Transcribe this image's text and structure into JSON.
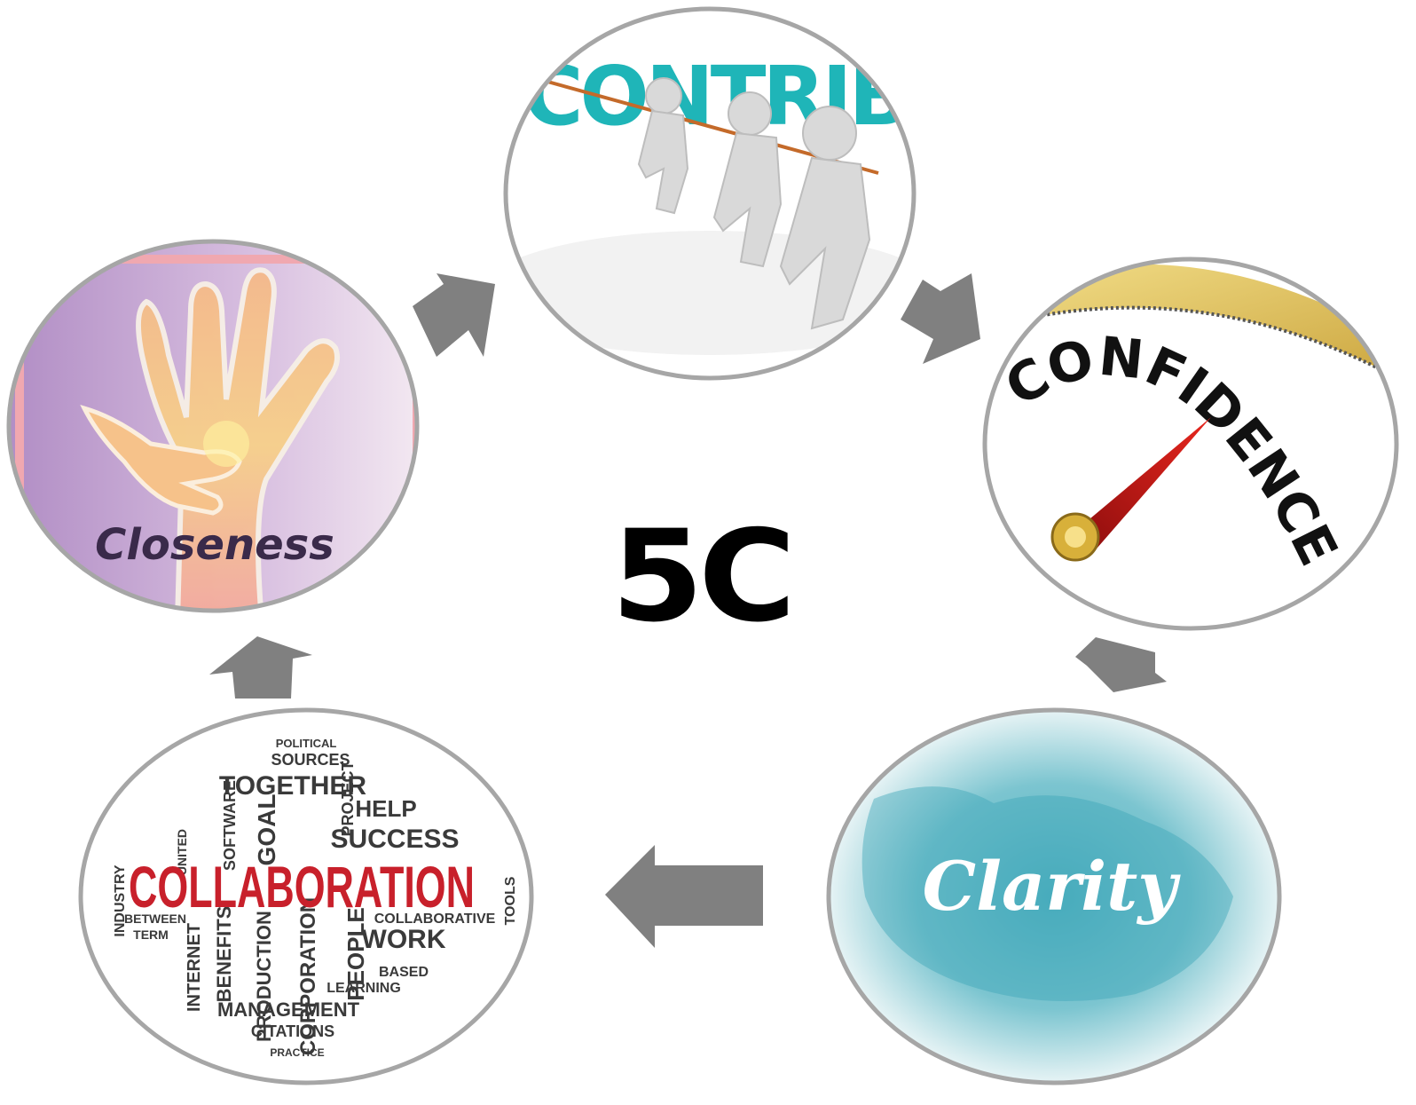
{
  "center": {
    "title": "5C"
  },
  "nodes": {
    "contribute": {
      "word": "CONTRIBUTE"
    },
    "confidence": {
      "word": "CONFIDENCE"
    },
    "clarity": {
      "label": "Clarity"
    },
    "collaboration": {
      "main_word": "COLLABORATION",
      "cloud_words": [
        "POLITICAL",
        "SOURCES",
        "TOGETHER",
        "GOAL",
        "HELP",
        "SUCCESS",
        "WORK",
        "PEOPLE",
        "MANAGEMENT",
        "CITATIONS",
        "LEARNING",
        "BENEFITS",
        "PRODUCTION",
        "CORPORATION",
        "INTERNET",
        "COLLABORATIVE",
        "INDUSTRY",
        "TOOLS",
        "PROJECT",
        "UNITED",
        "SOFTWARE",
        "BASED",
        "PRACTICE",
        "TERM",
        "BETWEEN"
      ]
    },
    "closeness": {
      "label": "Closeness"
    }
  },
  "colors": {
    "arrow": "#808080",
    "circle_border": "#a6a6a6",
    "contribute_text": "#1fb5b8",
    "collaboration_red": "#c8202b",
    "clarity_blue": "#5ab6c4",
    "closeness_purple": "#b894c8",
    "closeness_text": "#3a2a4a"
  }
}
